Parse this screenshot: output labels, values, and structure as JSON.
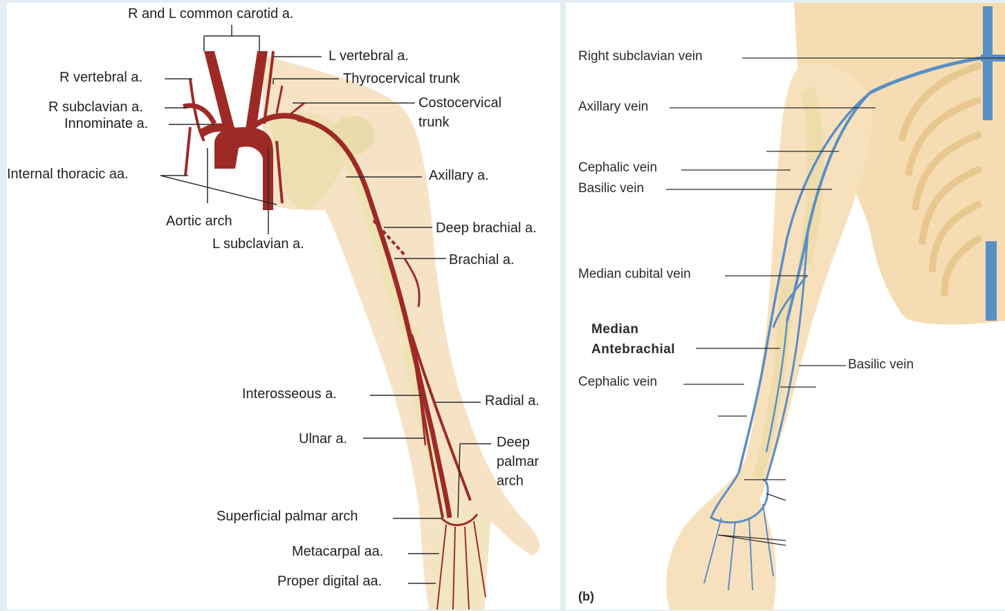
{
  "panel_a": {
    "labels": {
      "common_carotid": "R and L common carotid a.",
      "l_vertebral": "L vertebral a.",
      "r_vertebral": "R vertebral a.",
      "thyrocervical": "Thyrocervical trunk",
      "r_subclavian": "R subclavian a.",
      "innominate": "Innominate a.",
      "costocervical_1": "Costocervical",
      "costocervical_2": "trunk",
      "internal_thoracic": "Internal thoracic aa.",
      "axillary": "Axillary a.",
      "aortic_arch": "Aortic arch",
      "l_subclavian": "L subclavian a.",
      "deep_brachial": "Deep brachial a.",
      "brachial": "Brachial a.",
      "interosseous": "Interosseous a.",
      "radial": "Radial a.",
      "ulnar": "Ulnar a.",
      "deep_palmar_1": "Deep",
      "deep_palmar_2": "palmar",
      "deep_palmar_3": "arch",
      "superficial_palmar": "Superficial palmar arch",
      "metacarpal": "Metacarpal aa.",
      "proper_digital": "Proper digital aa."
    }
  },
  "panel_b": {
    "labels": {
      "right_subclavian": "Right subclavian vein",
      "axillary": "Axillary vein",
      "cephalic": "Cephalic vein",
      "basilic": "Basilic vein",
      "median_cubital": "Median cubital vein",
      "median_antebrachial_1": "Median",
      "median_antebrachial_2": "Antebrachial",
      "basilic_forearm": "Basilic vein",
      "cephalic_forearm": "Cephalic vein",
      "panel_letter": "(b)"
    }
  },
  "colors": {
    "artery": "#9e2a26",
    "vein": "#5a8fc4",
    "skin": "#f6dcb2",
    "bone": "#efe2b4",
    "leader": "#2b2b2b"
  }
}
